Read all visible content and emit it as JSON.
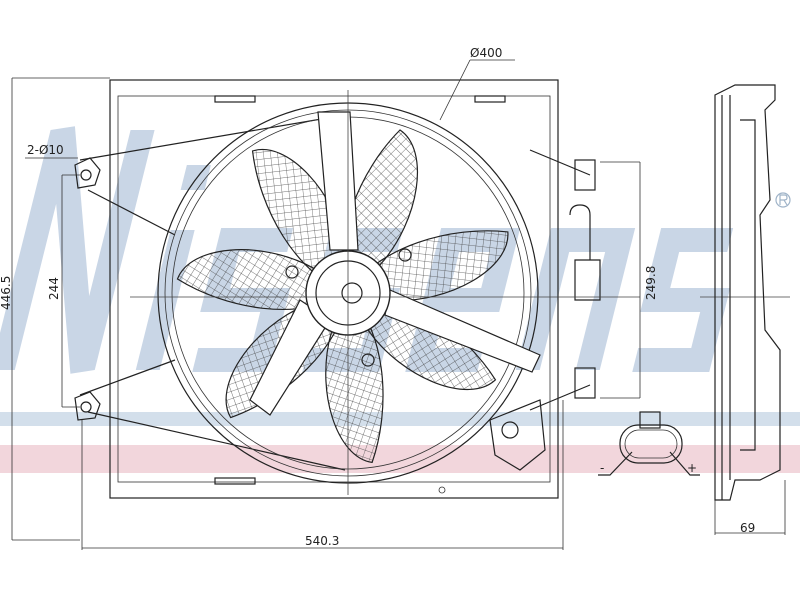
{
  "watermark": {
    "brand": "Nissens",
    "registered_mark": "®",
    "band_colors": {
      "blue": "#d3dfeb",
      "pink": "#f2d6dc"
    }
  },
  "dimensions": {
    "fan_diameter": "Ø400",
    "mount_holes": "2-Ø10",
    "hole_spacing": "244",
    "overall_height": "446.5",
    "shroud_height": "249.8",
    "overall_width": "540.3",
    "depth": "69"
  },
  "connector": {
    "negative": "-",
    "positive": "+"
  }
}
